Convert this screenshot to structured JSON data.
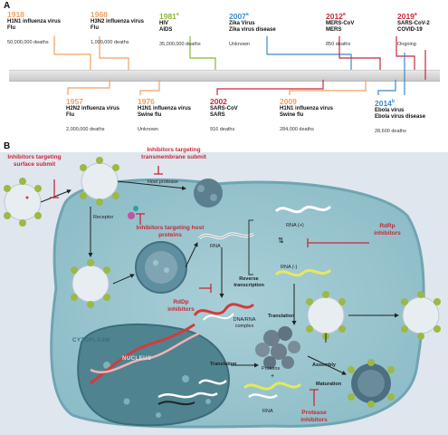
{
  "panel_a": {
    "letter": "A",
    "top_events": [
      {
        "year": "1918",
        "sup": "",
        "virus": "H1N1 influenza virus",
        "disease": "Flu",
        "deaths": "50,000,000 deaths",
        "color": "#f0a060"
      },
      {
        "year": "1968",
        "sup": "",
        "virus": "H3N2 influenza virus",
        "disease": "Flu",
        "deaths": "1,000,000 deaths",
        "color": "#f0a060"
      },
      {
        "year": "1981",
        "sup": "a",
        "virus": "HIV",
        "disease": "AIDS",
        "deaths": "35,000,000 deaths",
        "color": "#8ab833"
      },
      {
        "year": "2007",
        "sup": "a",
        "virus": "Zika Virus",
        "disease": "Zika virus disease",
        "deaths": "Unknown",
        "color": "#3a8ac8"
      },
      {
        "year": "2012",
        "sup": "a",
        "virus": "MERS-CoV",
        "disease": "MERS",
        "deaths": "850 deaths",
        "color": "#c8283a"
      },
      {
        "year": "2019",
        "sup": "a",
        "virus": "SARS-CoV-2",
        "disease": "COVID-19",
        "deaths": "Ongoing",
        "color": "#c8283a"
      }
    ],
    "bottom_events": [
      {
        "year": "1957",
        "sup": "",
        "virus": "H2N2 influenza virus",
        "disease": "Flu",
        "deaths": "2,000,000 deaths",
        "color": "#f0a060"
      },
      {
        "year": "1976",
        "sup": "",
        "virus": "H1N1 influenza virus",
        "disease": "Swine flu",
        "deaths": "Unknown",
        "color": "#f0a060"
      },
      {
        "year": "2002",
        "sup": "",
        "virus": "SARS-CoV",
        "disease": "SARS",
        "deaths": "916 deaths",
        "color": "#c8283a"
      },
      {
        "year": "2009",
        "sup": "",
        "virus": "H1N1 influenza virus",
        "disease": "Swine flu",
        "deaths": "284,000 deaths",
        "color": "#f0a060"
      },
      {
        "year": "2014",
        "sup": "b",
        "virus": "Ebola virus",
        "disease": "Ebola virus disease",
        "deaths": "28,600 deaths",
        "color": "#3a8ac8"
      }
    ]
  },
  "panel_b": {
    "letter": "B",
    "labels": {
      "inhibitors_surface": "Inhibitors targeting surface submit",
      "inhibitors_transmembrane": "Inhibitors targeting transmembrane submit",
      "host_protease": "Host protease",
      "receptor": "Receptor",
      "inhibitors_host": "Inhibitors targeting host proteins",
      "rna": "RNA",
      "rna_plus": "RNA (+)",
      "rna_minus": "RNA (-)",
      "rdrp_inhibitors": "RdRp inhibitors",
      "reverse_transcription": "Reverse transcription",
      "rddp_inhibitors": "RdDp inhibitors",
      "dna_rna_complex": "DNA/RNA complex",
      "translation_right": "Translation",
      "cytoplasm": "CYTOPLASM",
      "nucleus": "NUCLEUS",
      "translation_left": "Translation",
      "proteins": "Proteins",
      "plus": "+",
      "assembly": "Assembly",
      "maturation": "Maturation",
      "rna_bottom": "RNA",
      "protease_inhibitors": "Protease inhibitors"
    }
  }
}
